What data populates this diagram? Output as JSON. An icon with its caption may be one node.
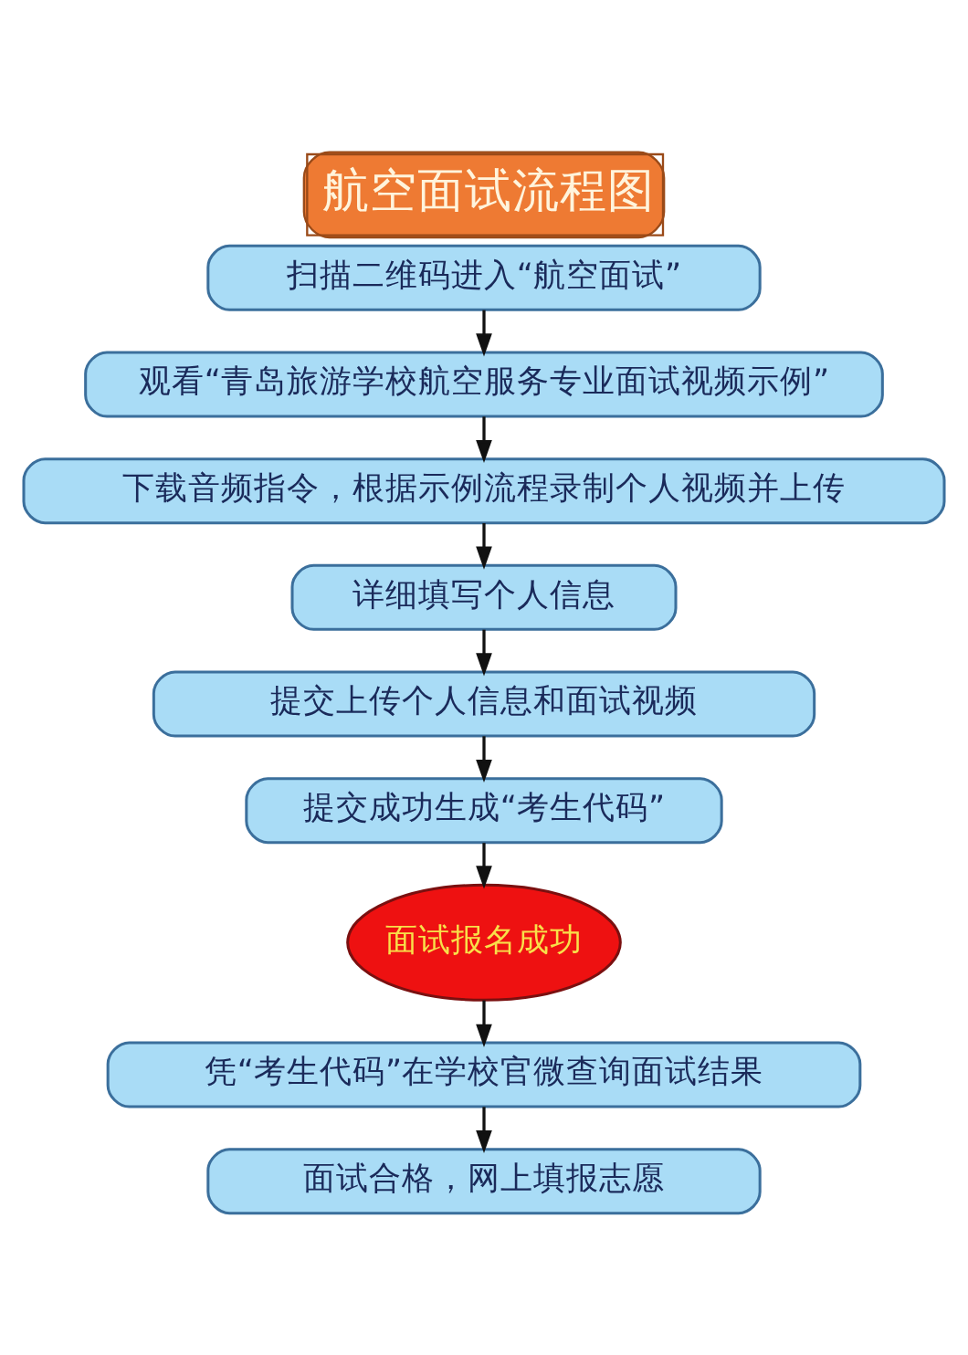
{
  "diagram": {
    "title": "航空面试流程图",
    "nodes": [
      {
        "text": [
          "扫描二维码进入“航空面试”"
        ]
      },
      {
        "text": [
          "观看“青岛旅游学校航空服务专业面试视频示例”"
        ]
      },
      {
        "text": [
          "下载音频指令，根据示例流程录制个人视频并上传"
        ]
      },
      {
        "text": [
          "详细填写个人信息"
        ]
      },
      {
        "text": [
          "提交上传个人信息和面试视频"
        ]
      },
      {
        "text": [
          "提交成功生成“考生代码”"
        ]
      },
      {
        "text": [
          "面试报名成功"
        ]
      },
      {
        "text": [
          "凭“考生代码”在学校官微查询面试结果"
        ]
      },
      {
        "text": [
          "面试合格，网上填报志愿"
        ]
      }
    ],
    "edges": [
      {
        "from": 0,
        "to": 1,
        "arrow": "to"
      },
      {
        "from": 1,
        "to": 2,
        "arrow": "to"
      },
      {
        "from": 2,
        "to": 3,
        "arrow": "to"
      },
      {
        "from": 3,
        "to": 4,
        "arrow": "to"
      },
      {
        "from": 4,
        "to": 5,
        "arrow": "to"
      },
      {
        "from": 5,
        "to": 6,
        "arrow": "to"
      },
      {
        "from": 6,
        "to": 7,
        "arrow": "to"
      },
      {
        "from": 7,
        "to": 8,
        "arrow": "to"
      }
    ]
  }
}
